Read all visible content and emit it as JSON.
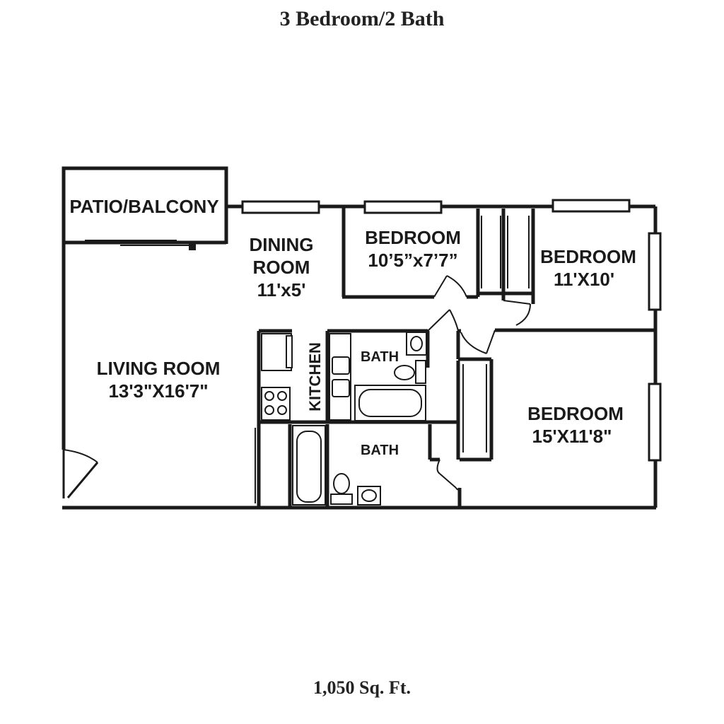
{
  "header": {
    "title": "3 Bedroom/2 Bath"
  },
  "footer": {
    "area": "1,050 Sq. Ft."
  },
  "rooms": {
    "patio": {
      "name": "PATIO/BALCONY"
    },
    "dining": {
      "line1": "DINING",
      "line2": "ROOM",
      "size": "11'x5'"
    },
    "bedroom_small": {
      "name": "BEDROOM",
      "size": "10’5”x7’7”"
    },
    "bedroom_mid": {
      "name": "BEDROOM",
      "size": "11'X10'"
    },
    "living": {
      "name": "LIVING ROOM",
      "size": "13'3\"X16'7\""
    },
    "kitchen": {
      "name": "KITCHEN"
    },
    "bath_upper": {
      "name": "BATH"
    },
    "bath_lower": {
      "name": "BATH"
    },
    "bedroom_large": {
      "name": "BEDROOM",
      "size": "15'X11'8\""
    }
  },
  "colors": {
    "wall": "#1a1a1a",
    "background": "#ffffff"
  }
}
